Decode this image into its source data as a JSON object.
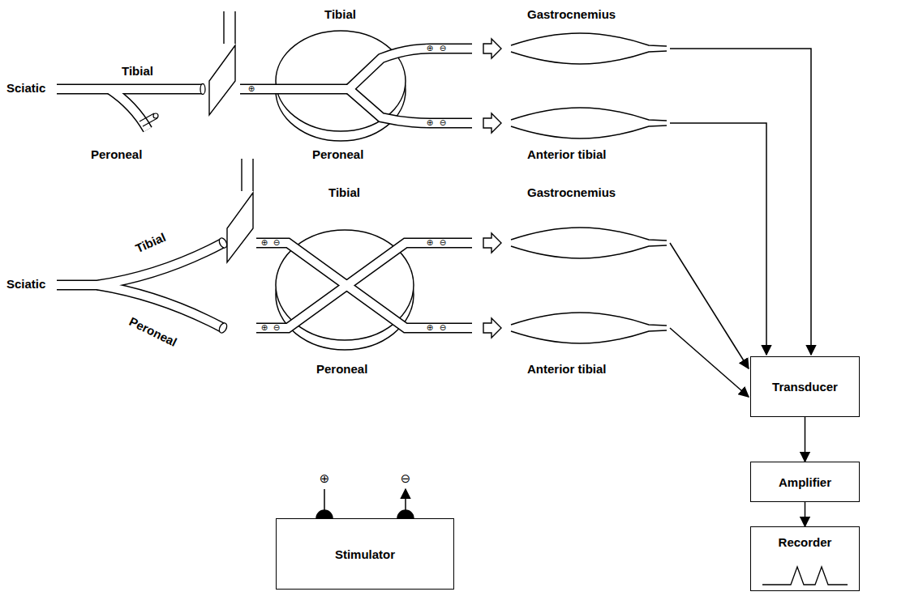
{
  "diagram": {
    "nodes": [
      {
        "text": [
          "Transducer"
        ]
      },
      {
        "text": [
          "Amplifier"
        ]
      },
      {
        "text": [
          "Recorder"
        ]
      },
      {
        "text": [
          "Stimulator"
        ]
      }
    ],
    "edges": [
      {
        "from": 0,
        "to": 1,
        "arrow": "to"
      },
      {
        "from": 1,
        "to": 2,
        "arrow": "to"
      }
    ],
    "labels": [
      "Tibial",
      "Gastrocnemius",
      "Tibial",
      "Sciatic",
      "⊕",
      "⊕",
      "⊖",
      "⊕",
      "⊖",
      "Peroneal",
      "Peroneal",
      "Anterior tibial",
      "Tibial",
      "Gastrocnemius",
      "Tibial",
      "⊕",
      "⊖",
      "Sciatic",
      "⊕",
      "⊖",
      "⊕",
      "⊖",
      "⊕",
      "⊖",
      "Peroneal",
      "Peroneal",
      "Anterior tibial",
      "⊕",
      "⊖"
    ]
  }
}
